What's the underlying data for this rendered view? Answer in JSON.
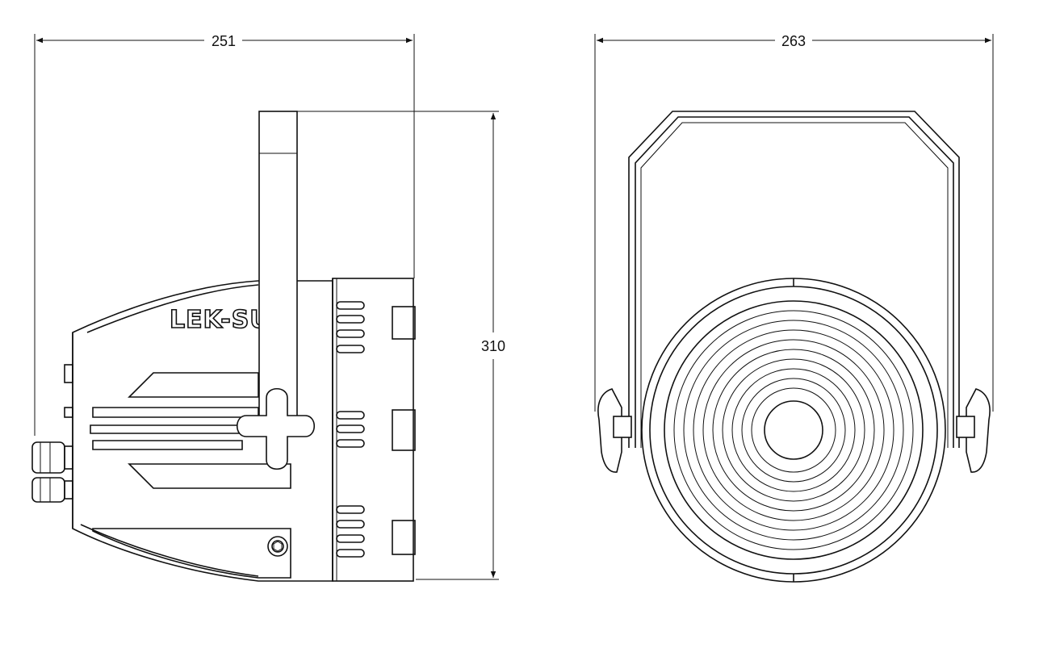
{
  "dimensions": {
    "side_width": "251",
    "front_width": "263",
    "height": "310"
  },
  "brand_label": "LEK-SU"
}
